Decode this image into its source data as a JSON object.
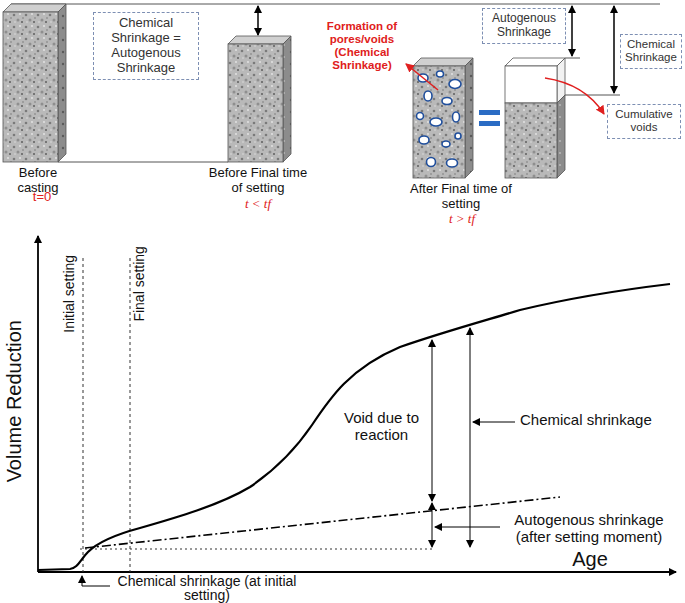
{
  "diagram": {
    "nodes": [
      {
        "text": [
          "Chemical Shrinkage = Autogenous Shrinkage"
        ]
      },
      {
        "text": [
          "Autogenous Shrinkage"
        ]
      },
      {
        "text": [
          "Chemical Shrinkage"
        ]
      },
      {
        "text": [
          "Cumulative voids"
        ]
      }
    ],
    "labels": [
      "Before casting",
      "t=0",
      "Before Final time of setting",
      "t < tf",
      "Formation of pores/voids (Chemical Shrinkage)",
      "After Final time of setting",
      "t > tf",
      "Volume Reduction",
      "Initial setting",
      "Final setting",
      "Void due to reaction",
      "Chemical shrinkage",
      "Autogenous shrinkage (after setting moment)",
      "Chemical shrinkage (at initial setting)",
      "Age"
    ]
  }
}
